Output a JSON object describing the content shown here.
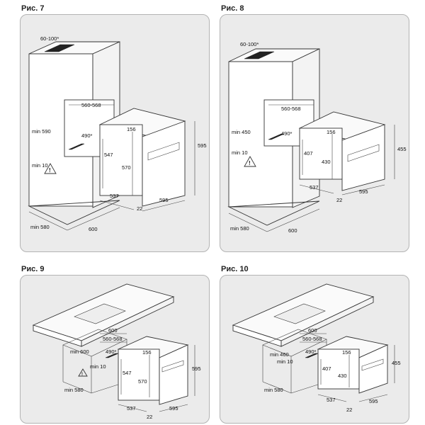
{
  "figures": [
    {
      "caption": "Рис. 7",
      "labels": {
        "vent": "60-100*",
        "niche_width": "560-568",
        "min_height": "min 590",
        "depth": "490*",
        "min_gap": "min 10",
        "oven_top": "156",
        "inner_547": "547",
        "inner_570": "570",
        "front_height": "595",
        "depth_537": "537",
        "front_width": "595",
        "front_22": "22",
        "base_min": "min 580",
        "base_width": "600"
      }
    },
    {
      "caption": "Рис. 8",
      "labels": {
        "vent": "60-100*",
        "niche_width": "560-568",
        "min_height": "min 450",
        "depth": "490*",
        "min_gap": "min 10",
        "oven_top": "156",
        "inner_547": "407",
        "inner_570": "430",
        "front_height": "455",
        "depth_537": "537",
        "front_width": "595",
        "front_22": "22",
        "base_min": "min 580",
        "base_width": "600"
      }
    },
    {
      "caption": "Рис. 9",
      "labels": {
        "niche_600": "600",
        "niche_width": "560-568",
        "min_height": "min 600",
        "depth": "490*",
        "min_gap": "min 10",
        "oven_top": "156",
        "inner_547": "547",
        "inner_570": "570",
        "front_height": "595",
        "depth_537": "537",
        "front_width": "595",
        "front_22": "22",
        "base_min": "min 580"
      }
    },
    {
      "caption": "Рис. 10",
      "labels": {
        "niche_600": "600",
        "niche_width": "560-568",
        "min_height": "min 460",
        "depth": "490*",
        "min_gap": "min 10",
        "oven_top": "156",
        "inner_547": "407",
        "inner_570": "430",
        "front_height": "455",
        "depth_537": "537",
        "front_width": "595",
        "front_22": "22",
        "base_min": "min 580"
      }
    }
  ]
}
